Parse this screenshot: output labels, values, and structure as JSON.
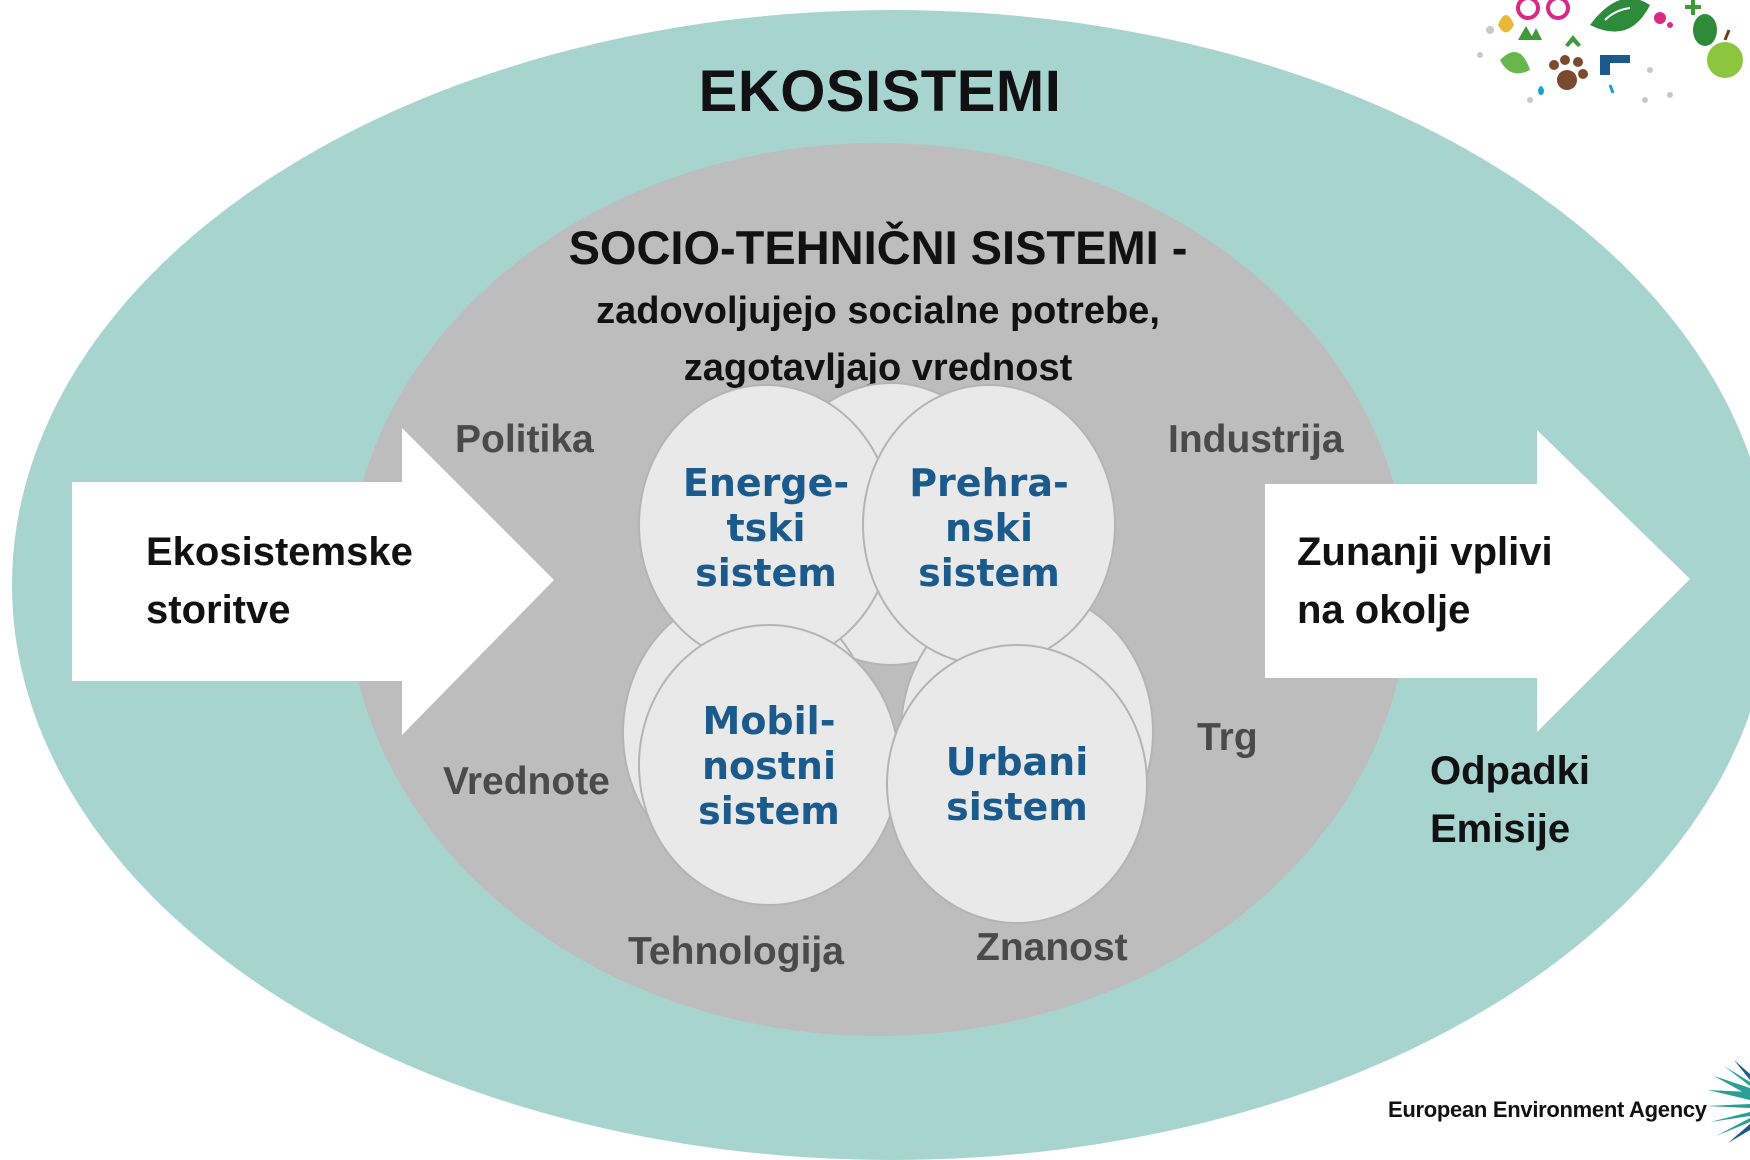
{
  "title": "EKOSISTEMI",
  "socio": {
    "title": "SOCIO-TEHNIČNI SISTEMI -",
    "line1": "zadovoljujejo socialne potrebe,",
    "line2": "zagotavljajo vrednost"
  },
  "factors": {
    "politika": "Politika",
    "industrija": "Industrija",
    "vrednote": "Vrednote",
    "trg": "Trg",
    "tehnologija": "Tehnologija",
    "znanost": "Znanost"
  },
  "arrows": {
    "left": {
      "line1": "Ekosistemske",
      "line2": "storitve"
    },
    "right": {
      "line1": "Zunanji vplivi",
      "line2": "na okolje"
    }
  },
  "outputs": {
    "line1": "Odpadki",
    "line2": "Emisije"
  },
  "systems": {
    "energy": [
      "Energe-",
      "tski",
      "sistem"
    ],
    "food": [
      "Prehra-",
      "nski",
      "sistem"
    ],
    "mobility": [
      "Mobil-",
      "nostni",
      "sistem"
    ],
    "urban": [
      "Urbani",
      "sistem"
    ]
  },
  "brand": {
    "agency": "European Environment Agency"
  },
  "colors": {
    "outer": "#a7d4cf",
    "inner": "#bdbdbd",
    "system_text": "#1a5a8c",
    "factor_text": "#4a4a4a"
  }
}
